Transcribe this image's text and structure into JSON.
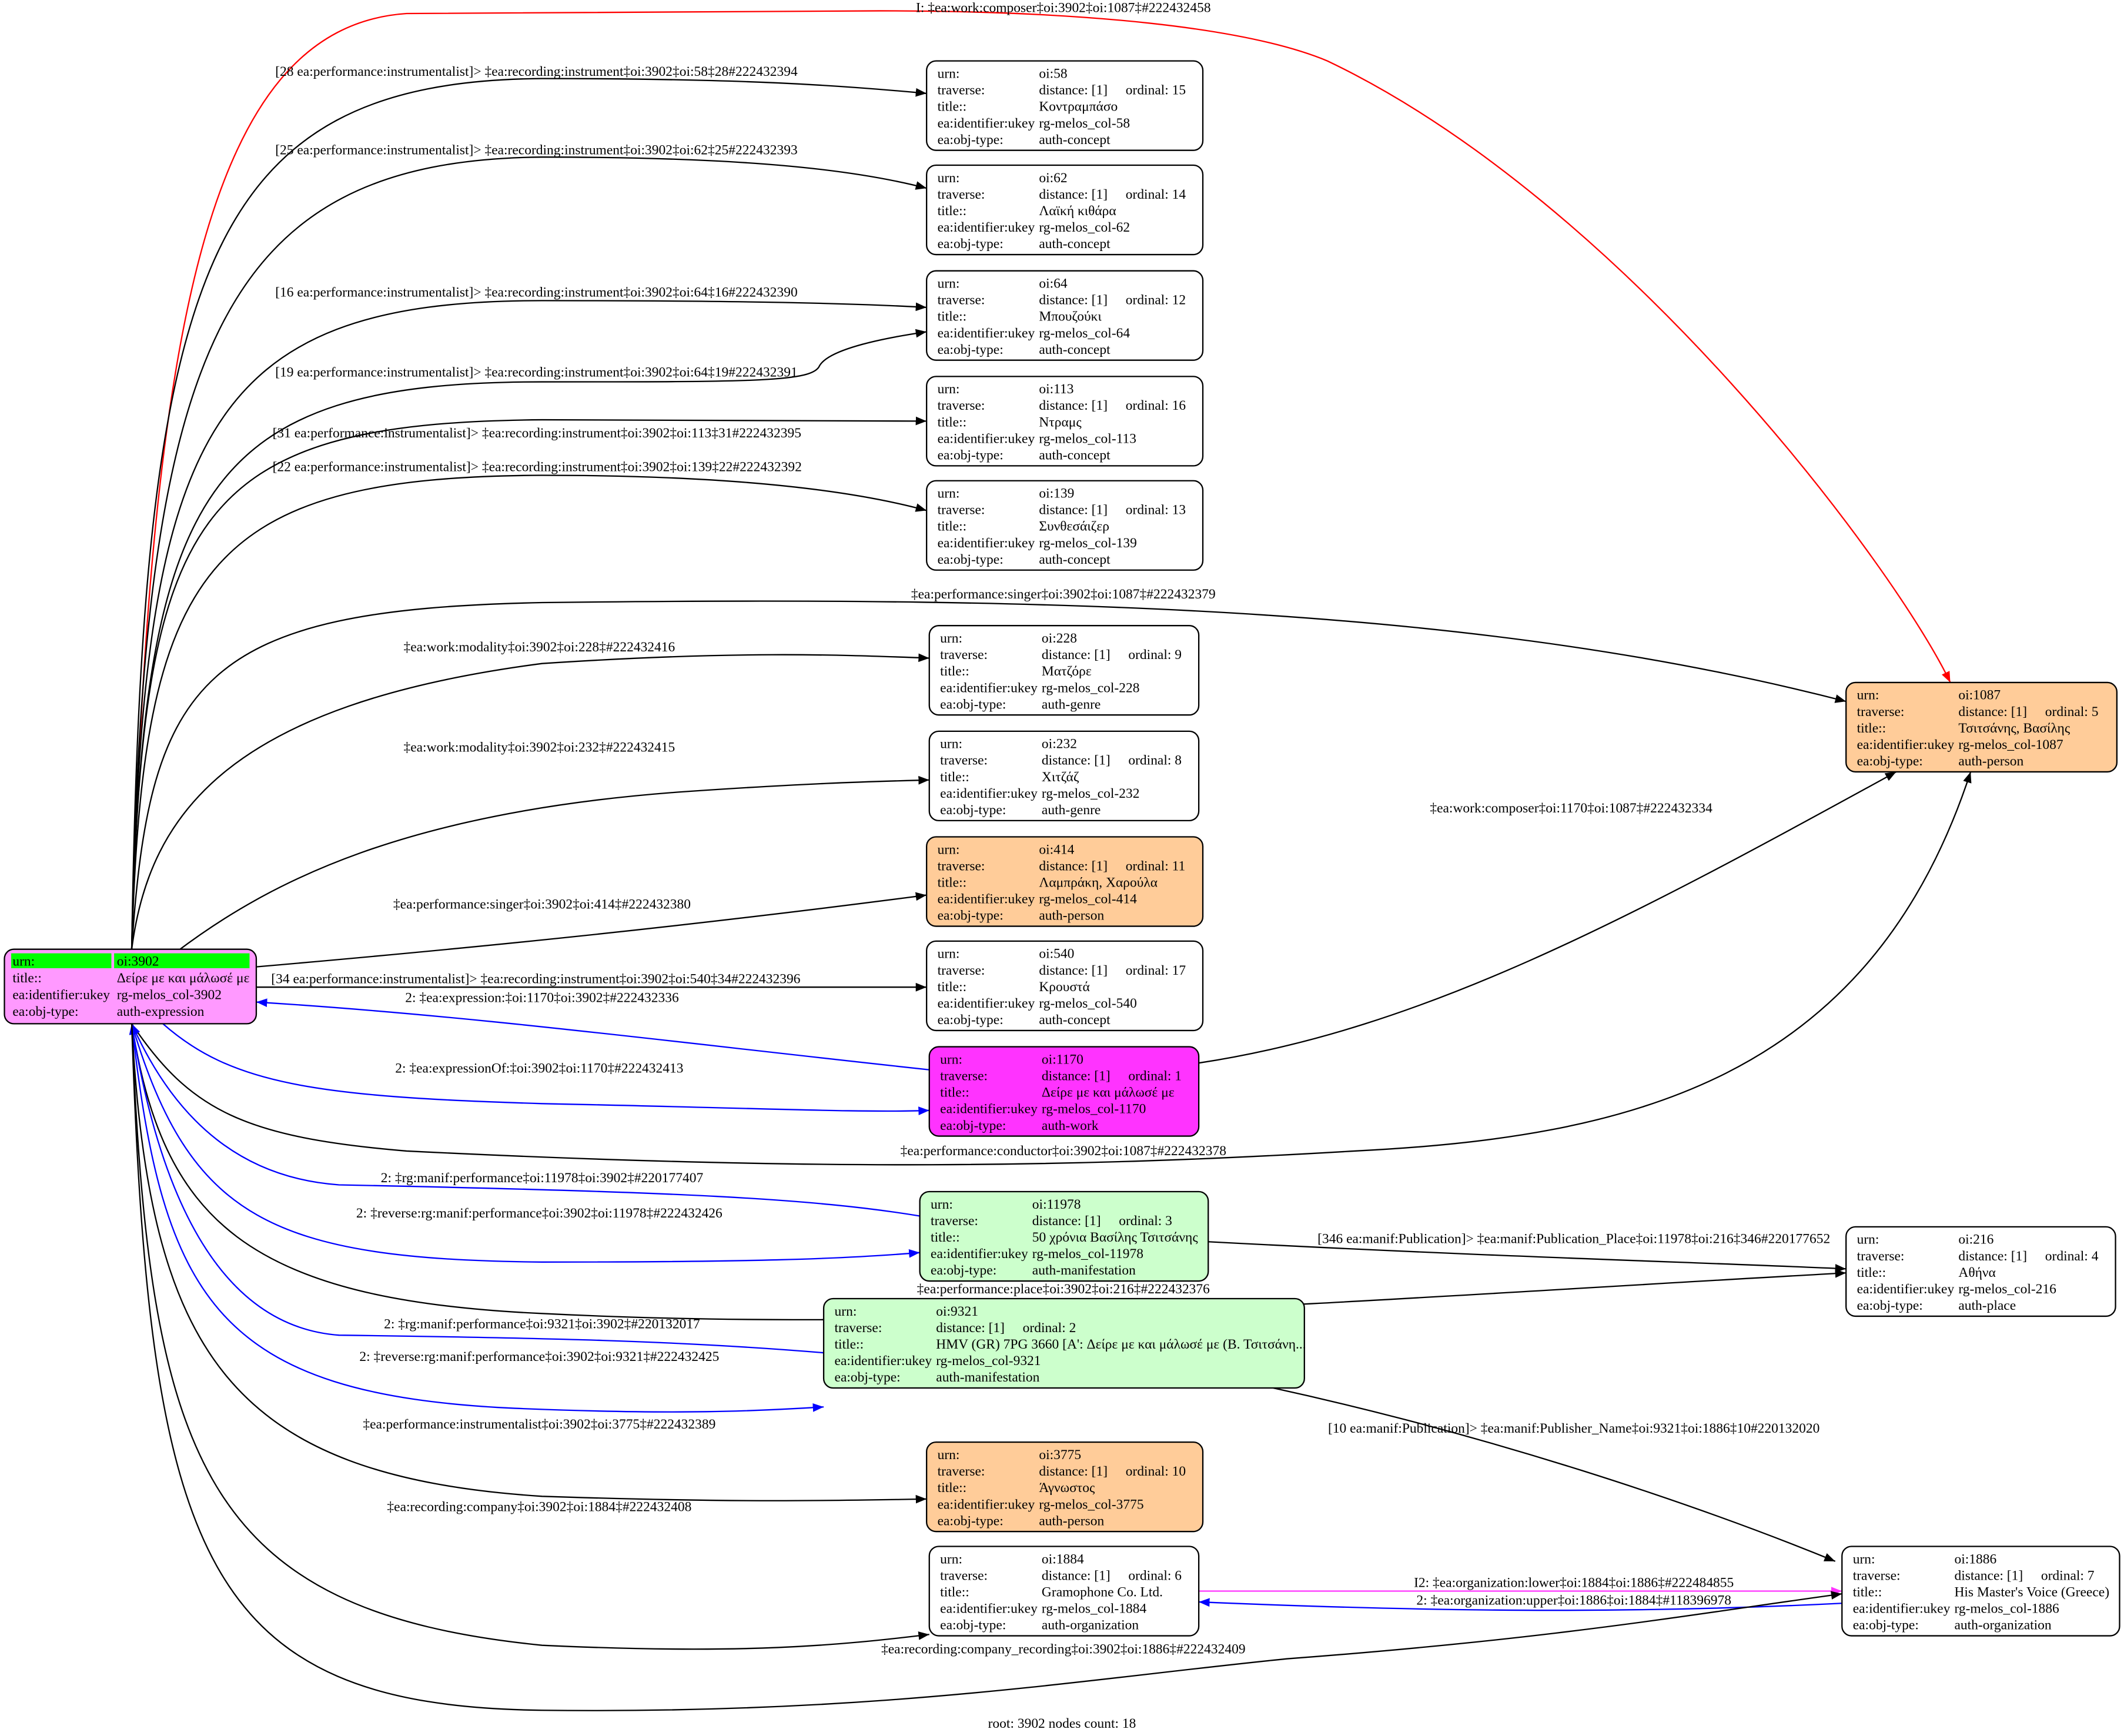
{
  "row_keys": {
    "urn": "urn:",
    "traverse": "traverse:",
    "title": "title::",
    "ukey": "ea:identifier:ukey",
    "obj_type": "ea:obj-type:"
  },
  "colors": {
    "person": "#ffcc99",
    "work": "#ff33ff",
    "manifestation": "#ccffcc",
    "root": "#ff99ff",
    "root_highlight": "#00ff00",
    "default": "#ffffff",
    "blue_edge": "#0000ff",
    "red_edge": "#ff0000",
    "magenta_edge": "#ff33ff"
  },
  "root": {
    "urn": "oi:3902",
    "title": "Δείρε με και μάλωσέ με",
    "ukey": "rg-melos_col-3902",
    "obj_type": "auth-expression"
  },
  "nodes": [
    {
      "id": "58",
      "urn": "oi:58",
      "distance": "distance: [1]",
      "ordinal": "ordinal: 15",
      "title": "Κοντραμπάσο",
      "ukey": "rg-melos_col-58",
      "obj_type": "auth-concept",
      "fill": "#ffffff"
    },
    {
      "id": "62",
      "urn": "oi:62",
      "distance": "distance: [1]",
      "ordinal": "ordinal: 14",
      "title": "Λαϊκή κιθάρα",
      "ukey": "rg-melos_col-62",
      "obj_type": "auth-concept",
      "fill": "#ffffff"
    },
    {
      "id": "64",
      "urn": "oi:64",
      "distance": "distance: [1]",
      "ordinal": "ordinal: 12",
      "title": "Μπουζούκι",
      "ukey": "rg-melos_col-64",
      "obj_type": "auth-concept",
      "fill": "#ffffff"
    },
    {
      "id": "113",
      "urn": "oi:113",
      "distance": "distance: [1]",
      "ordinal": "ordinal: 16",
      "title": "Ντραμς",
      "ukey": "rg-melos_col-113",
      "obj_type": "auth-concept",
      "fill": "#ffffff"
    },
    {
      "id": "139",
      "urn": "oi:139",
      "distance": "distance: [1]",
      "ordinal": "ordinal: 13",
      "title": "Συνθεσάιζερ",
      "ukey": "rg-melos_col-139",
      "obj_type": "auth-concept",
      "fill": "#ffffff"
    },
    {
      "id": "228",
      "urn": "oi:228",
      "distance": "distance: [1]",
      "ordinal": "ordinal: 9",
      "title": "Ματζόρε",
      "ukey": "rg-melos_col-228",
      "obj_type": "auth-genre",
      "fill": "#ffffff"
    },
    {
      "id": "232",
      "urn": "oi:232",
      "distance": "distance: [1]",
      "ordinal": "ordinal: 8",
      "title": "Χιτζάζ",
      "ukey": "rg-melos_col-232",
      "obj_type": "auth-genre",
      "fill": "#ffffff"
    },
    {
      "id": "414",
      "urn": "oi:414",
      "distance": "distance: [1]",
      "ordinal": "ordinal: 11",
      "title": "Λαμπράκη, Χαρούλα",
      "ukey": "rg-melos_col-414",
      "obj_type": "auth-person",
      "fill": "#ffcc99"
    },
    {
      "id": "540",
      "urn": "oi:540",
      "distance": "distance: [1]",
      "ordinal": "ordinal: 17",
      "title": "Κρουστά",
      "ukey": "rg-melos_col-540",
      "obj_type": "auth-concept",
      "fill": "#ffffff"
    },
    {
      "id": "1170",
      "urn": "oi:1170",
      "distance": "distance: [1]",
      "ordinal": "ordinal: 1",
      "title": "Δείρε με και μάλωσέ με",
      "ukey": "rg-melos_col-1170",
      "obj_type": "auth-work",
      "fill": "#ff33ff"
    },
    {
      "id": "11978",
      "urn": "oi:11978",
      "distance": "distance: [1]",
      "ordinal": "ordinal: 3",
      "title": "50 χρόνια Βασίλης Τσιτσάνης",
      "ukey": "rg-melos_col-11978",
      "obj_type": "auth-manifestation",
      "fill": "#ccffcc"
    },
    {
      "id": "9321",
      "urn": "oi:9321",
      "distance": "distance: [1]",
      "ordinal": "ordinal: 2",
      "title": "HMV (GR) 7PG 3660 [A': Δείρε με και μάλωσέ με (Β. Τσιτσάνη...",
      "ukey": "rg-melos_col-9321",
      "obj_type": "auth-manifestation",
      "fill": "#ccffcc"
    },
    {
      "id": "3775",
      "urn": "oi:3775",
      "distance": "distance: [1]",
      "ordinal": "ordinal: 10",
      "title": "Άγνωστος",
      "ukey": "rg-melos_col-3775",
      "obj_type": "auth-person",
      "fill": "#ffcc99"
    },
    {
      "id": "1884",
      "urn": "oi:1884",
      "distance": "distance: [1]",
      "ordinal": "ordinal: 6",
      "title": "Gramophone Co. Ltd.",
      "ukey": "rg-melos_col-1884",
      "obj_type": "auth-organization",
      "fill": "#ffffff"
    },
    {
      "id": "1087",
      "urn": "oi:1087",
      "distance": "distance: [1]",
      "ordinal": "ordinal: 5",
      "title": "Τσιτσάνης, Βασίλης",
      "ukey": "rg-melos_col-1087",
      "obj_type": "auth-person",
      "fill": "#ffcc99"
    },
    {
      "id": "216",
      "urn": "oi:216",
      "distance": "distance: [1]",
      "ordinal": "ordinal: 4",
      "title": "Αθήνα",
      "ukey": "rg-melos_col-216",
      "obj_type": "auth-place",
      "fill": "#ffffff"
    },
    {
      "id": "1886",
      "urn": "oi:1886",
      "distance": "distance: [1]",
      "ordinal": "ordinal: 7",
      "title": "His Master's Voice (Greece)",
      "ukey": "rg-melos_col-1886",
      "obj_type": "auth-organization",
      "fill": "#ffffff"
    }
  ],
  "edges": [
    "I: ‡ea:work:composer‡oi:3902‡oi:1087‡#222432458",
    "[28 ea:performance:instrumentalist]> ‡ea:recording:instrument‡oi:3902‡oi:58‡28#222432394",
    "[25 ea:performance:instrumentalist]> ‡ea:recording:instrument‡oi:3902‡oi:62‡25#222432393",
    "[16 ea:performance:instrumentalist]> ‡ea:recording:instrument‡oi:3902‡oi:64‡16#222432390",
    "[19 ea:performance:instrumentalist]> ‡ea:recording:instrument‡oi:3902‡oi:64‡19#222432391",
    "[31 ea:performance:instrumentalist]> ‡ea:recording:instrument‡oi:3902‡oi:113‡31#222432395",
    "[22 ea:performance:instrumentalist]> ‡ea:recording:instrument‡oi:3902‡oi:139‡22#222432392",
    "‡ea:performance:singer‡oi:3902‡oi:1087‡#222432379",
    "‡ea:work:modality‡oi:3902‡oi:228‡#222432416",
    "‡ea:work:modality‡oi:3902‡oi:232‡#222432415",
    "‡ea:performance:singer‡oi:3902‡oi:414‡#222432380",
    "[34 ea:performance:instrumentalist]> ‡ea:recording:instrument‡oi:3902‡oi:540‡34#222432396",
    "2: ‡ea:expression:‡oi:1170‡oi:3902‡#222432336",
    "2: ‡ea:expressionOf:‡oi:3902‡oi:1170‡#222432413",
    "‡ea:work:composer‡oi:1170‡oi:1087‡#222432334",
    "‡ea:performance:conductor‡oi:3902‡oi:1087‡#222432378",
    "2: ‡rg:manif:performance‡oi:11978‡oi:3902‡#220177407",
    "2: ‡reverse:rg:manif:performance‡oi:3902‡oi:11978‡#222432426",
    "[346 ea:manif:Publication]> ‡ea:manif:Publication_Place‡oi:11978‡oi:216‡346#220177652",
    "‡ea:performance:place‡oi:3902‡oi:216‡#222432376",
    "2: ‡rg:manif:performance‡oi:9321‡oi:3902‡#220132017",
    "2: ‡reverse:rg:manif:performance‡oi:3902‡oi:9321‡#222432425",
    "‡ea:performance:instrumentalist‡oi:3902‡oi:3775‡#222432389",
    "[10 ea:manif:Publication]> ‡ea:manif:Publisher_Name‡oi:9321‡oi:1886‡10#220132020",
    "‡ea:recording:company‡oi:3902‡oi:1884‡#222432408",
    "I2: ‡ea:organization:lower‡oi:1884‡oi:1886‡#222484855",
    "2: ‡ea:organization:upper‡oi:1886‡oi:1884‡#118396978",
    "‡ea:recording:company_recording‡oi:3902‡oi:1886‡#222432409"
  ],
  "footer": "root: 3902 nodes count: 18"
}
